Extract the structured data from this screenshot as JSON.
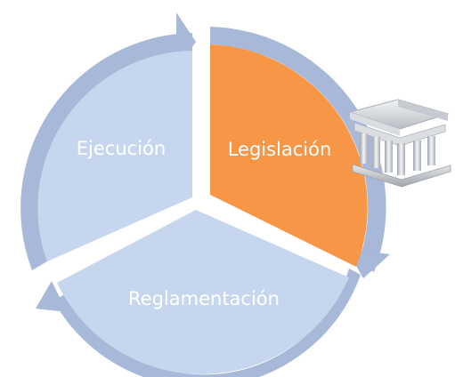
{
  "diagram": {
    "segments": [
      {
        "id": "legislacion",
        "label": "Legislación",
        "color": "#F79646",
        "highlighted": true
      },
      {
        "id": "reglamentacion",
        "label": "Reglamentación",
        "color": "#C6D6EE",
        "highlighted": false
      },
      {
        "id": "ejecucion",
        "label": "Ejecución",
        "color": "#C6D6EE",
        "highlighted": false
      }
    ],
    "arrow_color": "#A7B8D8",
    "icon": "classical-building-icon"
  }
}
